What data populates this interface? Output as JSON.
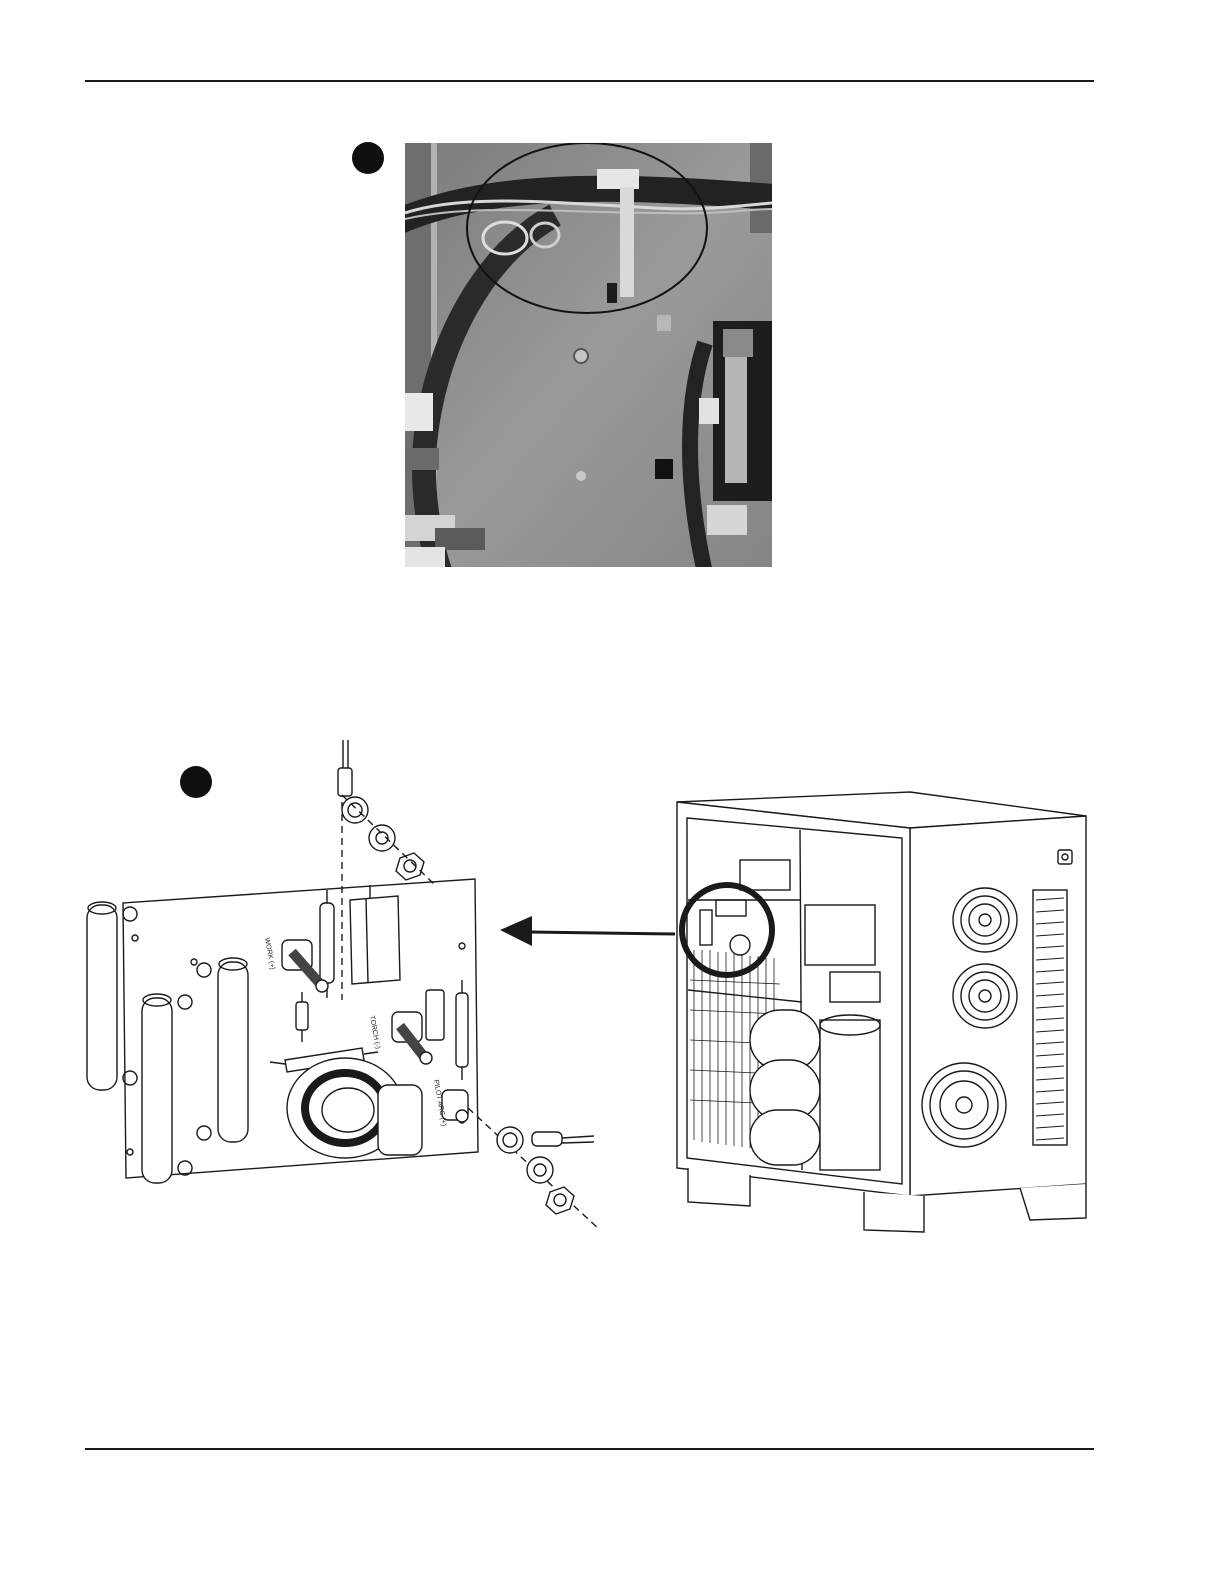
{
  "figure_labels": {
    "work": "WORK (+)",
    "torch": "TORCH (-)",
    "pilot_arc": "PILOT ARC (+)"
  },
  "colors": {
    "ink": "#1a1a1a",
    "photo_wall": "#8e8e8e",
    "photo_cable": "#262626"
  }
}
